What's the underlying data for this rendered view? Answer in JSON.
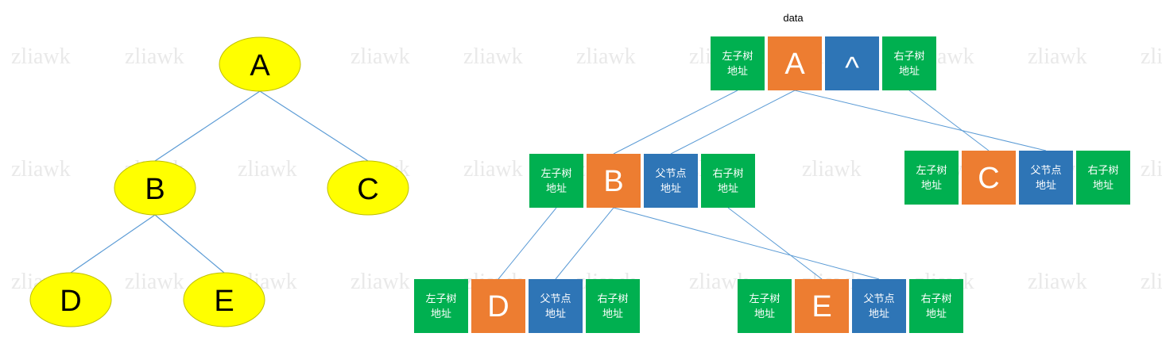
{
  "watermark": "zliawk",
  "header_label": "data",
  "colors": {
    "node_fill": "#ffff00",
    "node_stroke": "#bfbf00",
    "edge": "#5b9bd5",
    "child_cell": "#00b050",
    "data_cell": "#ed7d31",
    "parent_cell": "#2e75b6"
  },
  "tree": {
    "nodes": [
      "A",
      "B",
      "C",
      "D",
      "E"
    ]
  },
  "structure": {
    "nodes": [
      {
        "id": "A",
        "cells": [
          {
            "role": "left",
            "text": "左子树\n地址"
          },
          {
            "role": "data",
            "text": "A"
          },
          {
            "role": "parent",
            "text": "^"
          },
          {
            "role": "right",
            "text": "右子树\n地址"
          }
        ]
      },
      {
        "id": "B",
        "cells": [
          {
            "role": "left",
            "text": "左子树\n地址"
          },
          {
            "role": "data",
            "text": "B"
          },
          {
            "role": "parent",
            "text": "父节点\n地址"
          },
          {
            "role": "right",
            "text": "右子树\n地址"
          }
        ]
      },
      {
        "id": "C",
        "cells": [
          {
            "role": "left",
            "text": "左子树\n地址"
          },
          {
            "role": "data",
            "text": "C"
          },
          {
            "role": "parent",
            "text": "父节点\n地址"
          },
          {
            "role": "right",
            "text": "右子树\n地址"
          }
        ]
      },
      {
        "id": "D",
        "cells": [
          {
            "role": "left",
            "text": "左子树\n地址"
          },
          {
            "role": "data",
            "text": "D"
          },
          {
            "role": "parent",
            "text": "父节点\n地址"
          },
          {
            "role": "right",
            "text": "右子树\n地址"
          }
        ]
      },
      {
        "id": "E",
        "cells": [
          {
            "role": "left",
            "text": "左子树\n地址"
          },
          {
            "role": "data",
            "text": "E"
          },
          {
            "role": "parent",
            "text": "父节点\n地址"
          },
          {
            "role": "right",
            "text": "右子树\n地址"
          }
        ]
      }
    ]
  }
}
